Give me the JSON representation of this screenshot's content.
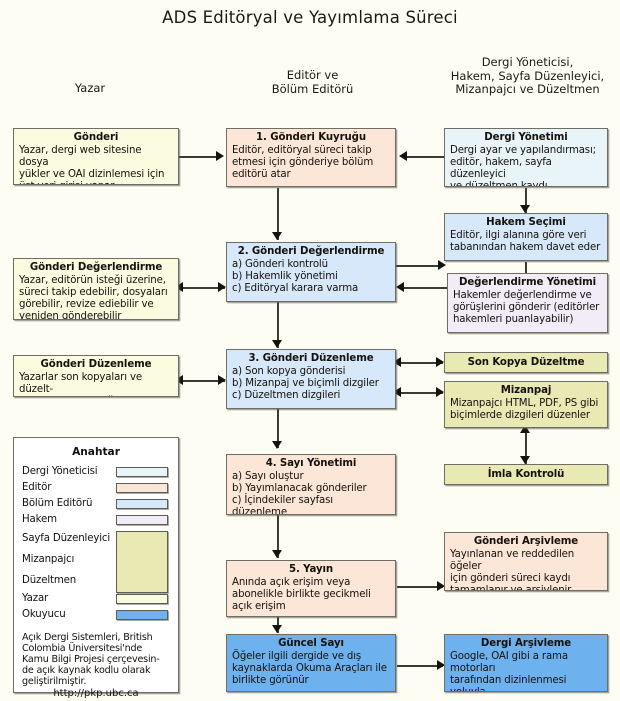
{
  "title": "ADS Editöryal ve Yayımlama Süreci",
  "column_headers": [
    {
      "id": "author",
      "text": "Yazar"
    },
    {
      "id": "editor",
      "text": "Editör ve\nBölüm Editörü"
    },
    {
      "id": "staff",
      "text": "Dergi Yöneticisi,\nHakem, Sayfa Düzenleyici,\nMizanpajcı ve Düzeltmen"
    }
  ],
  "boxes": {
    "gonderi": {
      "title": "Gönderi",
      "body": "Yazar, dergi web sitesine dosya\nyükler ve OAI dizinlemesi için\nüst veri girişi yapar",
      "role": "author"
    },
    "kuyruk": {
      "title": "1. Gönderi Kuyruğu",
      "body": "Editör, editöryal süreci takip\netmesi için gönderiye bölüm\neditörü atar",
      "role": "editor"
    },
    "dergi_yonetim": {
      "title": "Dergi Yönetimi",
      "body": "Dergi ayar ve yapılandırması;\neditör, hakem, sayfa düzenleyici\nve düzeltmen kaydı",
      "role": "manager"
    },
    "hakem_secimi": {
      "title": "Hakem Seçimi",
      "body": "Editör, ilgi alanına göre veri\ntabanından hakem davet eder",
      "role": "section"
    },
    "gonderi_deg": {
      "title": "Gönderi Değerlendirme",
      "body": "Yazar, editörün isteği üzerine,\nsüreci takip edebilir, dosyaları\ngörebilir, revize ediebilir ve\nyeniden gönderebilir",
      "role": "author"
    },
    "gonderi_deg2": {
      "title": "2. Gönderi Değerlendirme",
      "body": "a) Gönderi kontrolü\nb) Hakemlik yönetimi\nc) Editöryal karara varma",
      "role": "section"
    },
    "deg_yonetimi": {
      "title": "Değerlendirme Yönetimi",
      "body": "Hakemler değerlendirme ve\ngörüşlerini gönderir (editörler\nhakemleri puanlayabilir)",
      "role": "reviewer"
    },
    "gonderi_duz": {
      "title": "Gönderi Düzenleme",
      "body": "Yazarlar son kopyaları ve düzelt-\nmen dizgilerini değerlendirir",
      "role": "author"
    },
    "gonderi_duz3": {
      "title": "3. Gönderi Düzenleme",
      "body": "a) Son kopya gönderisi\nb) Mizanpaj ve biçimli dizgiler\nc) Düzeltmen dizgileri",
      "role": "section"
    },
    "son_kopya": {
      "title": "Son Kopya Düzeltme",
      "body": "",
      "role": "layout"
    },
    "mizanpaj": {
      "title": "Mizanpaj",
      "body": "Mizanpajcı HTML, PDF, PS gibi\nbiçimlerde dizgileri düzenler",
      "role": "layout"
    },
    "imla": {
      "title": "İmla Kontrolü",
      "body": "",
      "role": "layout"
    },
    "sayi_yonetimi": {
      "title": "4. Sayı Yönetimi",
      "body": "a) Sayı oluştur\nb) Yayımlanacak gönderiler\nc) İçindekiler sayfası düzenleme",
      "role": "editor"
    },
    "yayin": {
      "title": "5. Yayın",
      "body": "Anında açık erişim veya\nabonelikle birlikte gecikmeli\naçık erişim",
      "role": "editor"
    },
    "gonderi_arsiv": {
      "title": "Gönderi Arşivleme",
      "body": "Yayınlanan ve reddedilen öğeler\niçin gönderi süreci kaydı\ntamamlanır ve arşivlenir",
      "role": "editor"
    },
    "guncel_sayi": {
      "title": "Güncel Sayı",
      "body": "Öğeler  ilgili dergide ve dış\nkaynaklarda  Okuma Araçları  ile\nbirlikte  görünür",
      "role": "reader"
    },
    "dergi_arsiv": {
      "title": "Dergi Arşivleme",
      "body": "Google, OAI gibi a rama motorları\ntarafından  dizinlenmesi yoluyla\nsayıların listelemesi",
      "role": "reader"
    }
  },
  "legend": {
    "title": "Anahtar",
    "rows": [
      {
        "label": "Dergi Yöneticisi",
        "color": "#e9f4f9",
        "swatch": "single"
      },
      {
        "label": "Editör",
        "color": "#fce6d8",
        "swatch": "single"
      },
      {
        "label": "Bölüm Editörü",
        "color": "#d6e8f9",
        "swatch": "single"
      },
      {
        "label": "Hakem",
        "color": "#f1ecf7",
        "swatch": "single"
      },
      {
        "label": "Sayfa Düzenleyici",
        "color": "#e9e9b4",
        "swatch": "group-start"
      },
      {
        "label": "Mizanpajcı",
        "color": "#e9e9b4",
        "swatch": "group-mid"
      },
      {
        "label": "Düzeltmen",
        "color": "#e9e9b4",
        "swatch": "group-end"
      },
      {
        "label": "Yazar",
        "color": "#fbfbe0",
        "swatch": "single"
      },
      {
        "label": "Okuyucu",
        "color": "#6db2ee",
        "swatch": "single"
      }
    ],
    "note": "Açık Dergi Sistemleri, British\nColombia Üniversitesi'nde\nKamu Bilgi Projesi çerçevesin-\nde açık kaynak kodlu olarak\ngeliştirilmiştir.",
    "url": "http://pkp.ubc.ca"
  }
}
